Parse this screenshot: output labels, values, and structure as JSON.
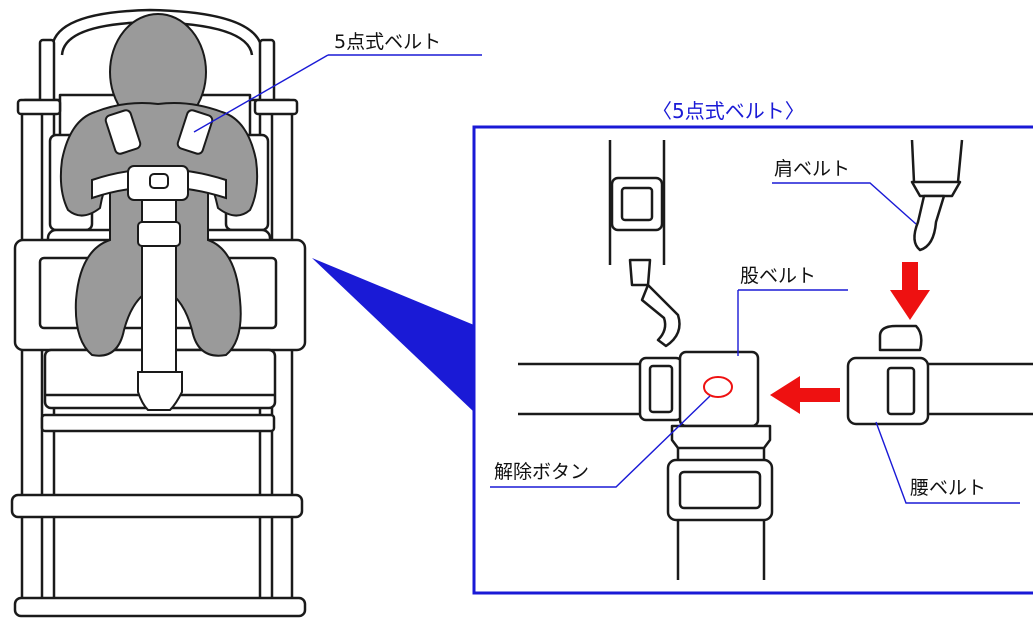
{
  "labels": {
    "five_point_belt": "5点式ベルト",
    "detail_title": "〈5点式ベルト〉",
    "shoulder_belt": "肩ベルト",
    "crotch_belt": "股ベルト",
    "release_button": "解除ボタン",
    "waist_belt": "腰ベルト"
  },
  "colors": {
    "accent": "#1a1ad6",
    "arrow": "#ee1111",
    "silhouette": "#9a9a9a",
    "line": "#1a1a1a"
  },
  "icons": {
    "insert_arrow": "arrow-left",
    "down_arrow": "arrow-down"
  }
}
